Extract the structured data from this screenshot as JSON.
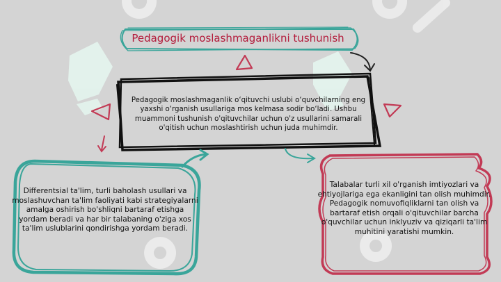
{
  "slide": {
    "title": "Pedagogik moslashmaganlikni tushunish",
    "center_box_text": "Pedagogik moslashmaganlik o‘qituvchi uslubi o‘quvchilarning eng yaxshi o‘rganish usullariga mos kelmasa sodir bo‘ladi. Ushbu muammoni tushunish o'qituvchilar uchun o'z usullarini samarali o'qitish uchun moslashtirish uchun juda muhimdir.",
    "left_box_text": "Differentsial ta'lim, turli baholash usullari va moslashuvchan ta'lim faoliyati kabi strategiyalarni amalga oshirish bo'shliqni bartaraf etishga yordam beradi va har bir talabaning o'ziga xos ta'lim uslublarini qondirishga yordam beradi.",
    "right_box_text": "Talabalar turli xil o'rganish imtiyozlari va ehtiyojlariga ega ekanligini tan olish muhimdir. Pedagogik nomuvofiqliklarni tan olish va bartaraf etish orqali o'qituvchilar barcha o'quvchilar uchun inklyuziv va qiziqarli ta'lim muhitini yaratishi mumkin."
  },
  "colors": {
    "background": "#d4d4d4",
    "title_red": "#b31b3b",
    "teal": "#3aa59a",
    "crimson": "#c23a55",
    "ink": "#111111",
    "watermark": "#f2f2f2"
  }
}
